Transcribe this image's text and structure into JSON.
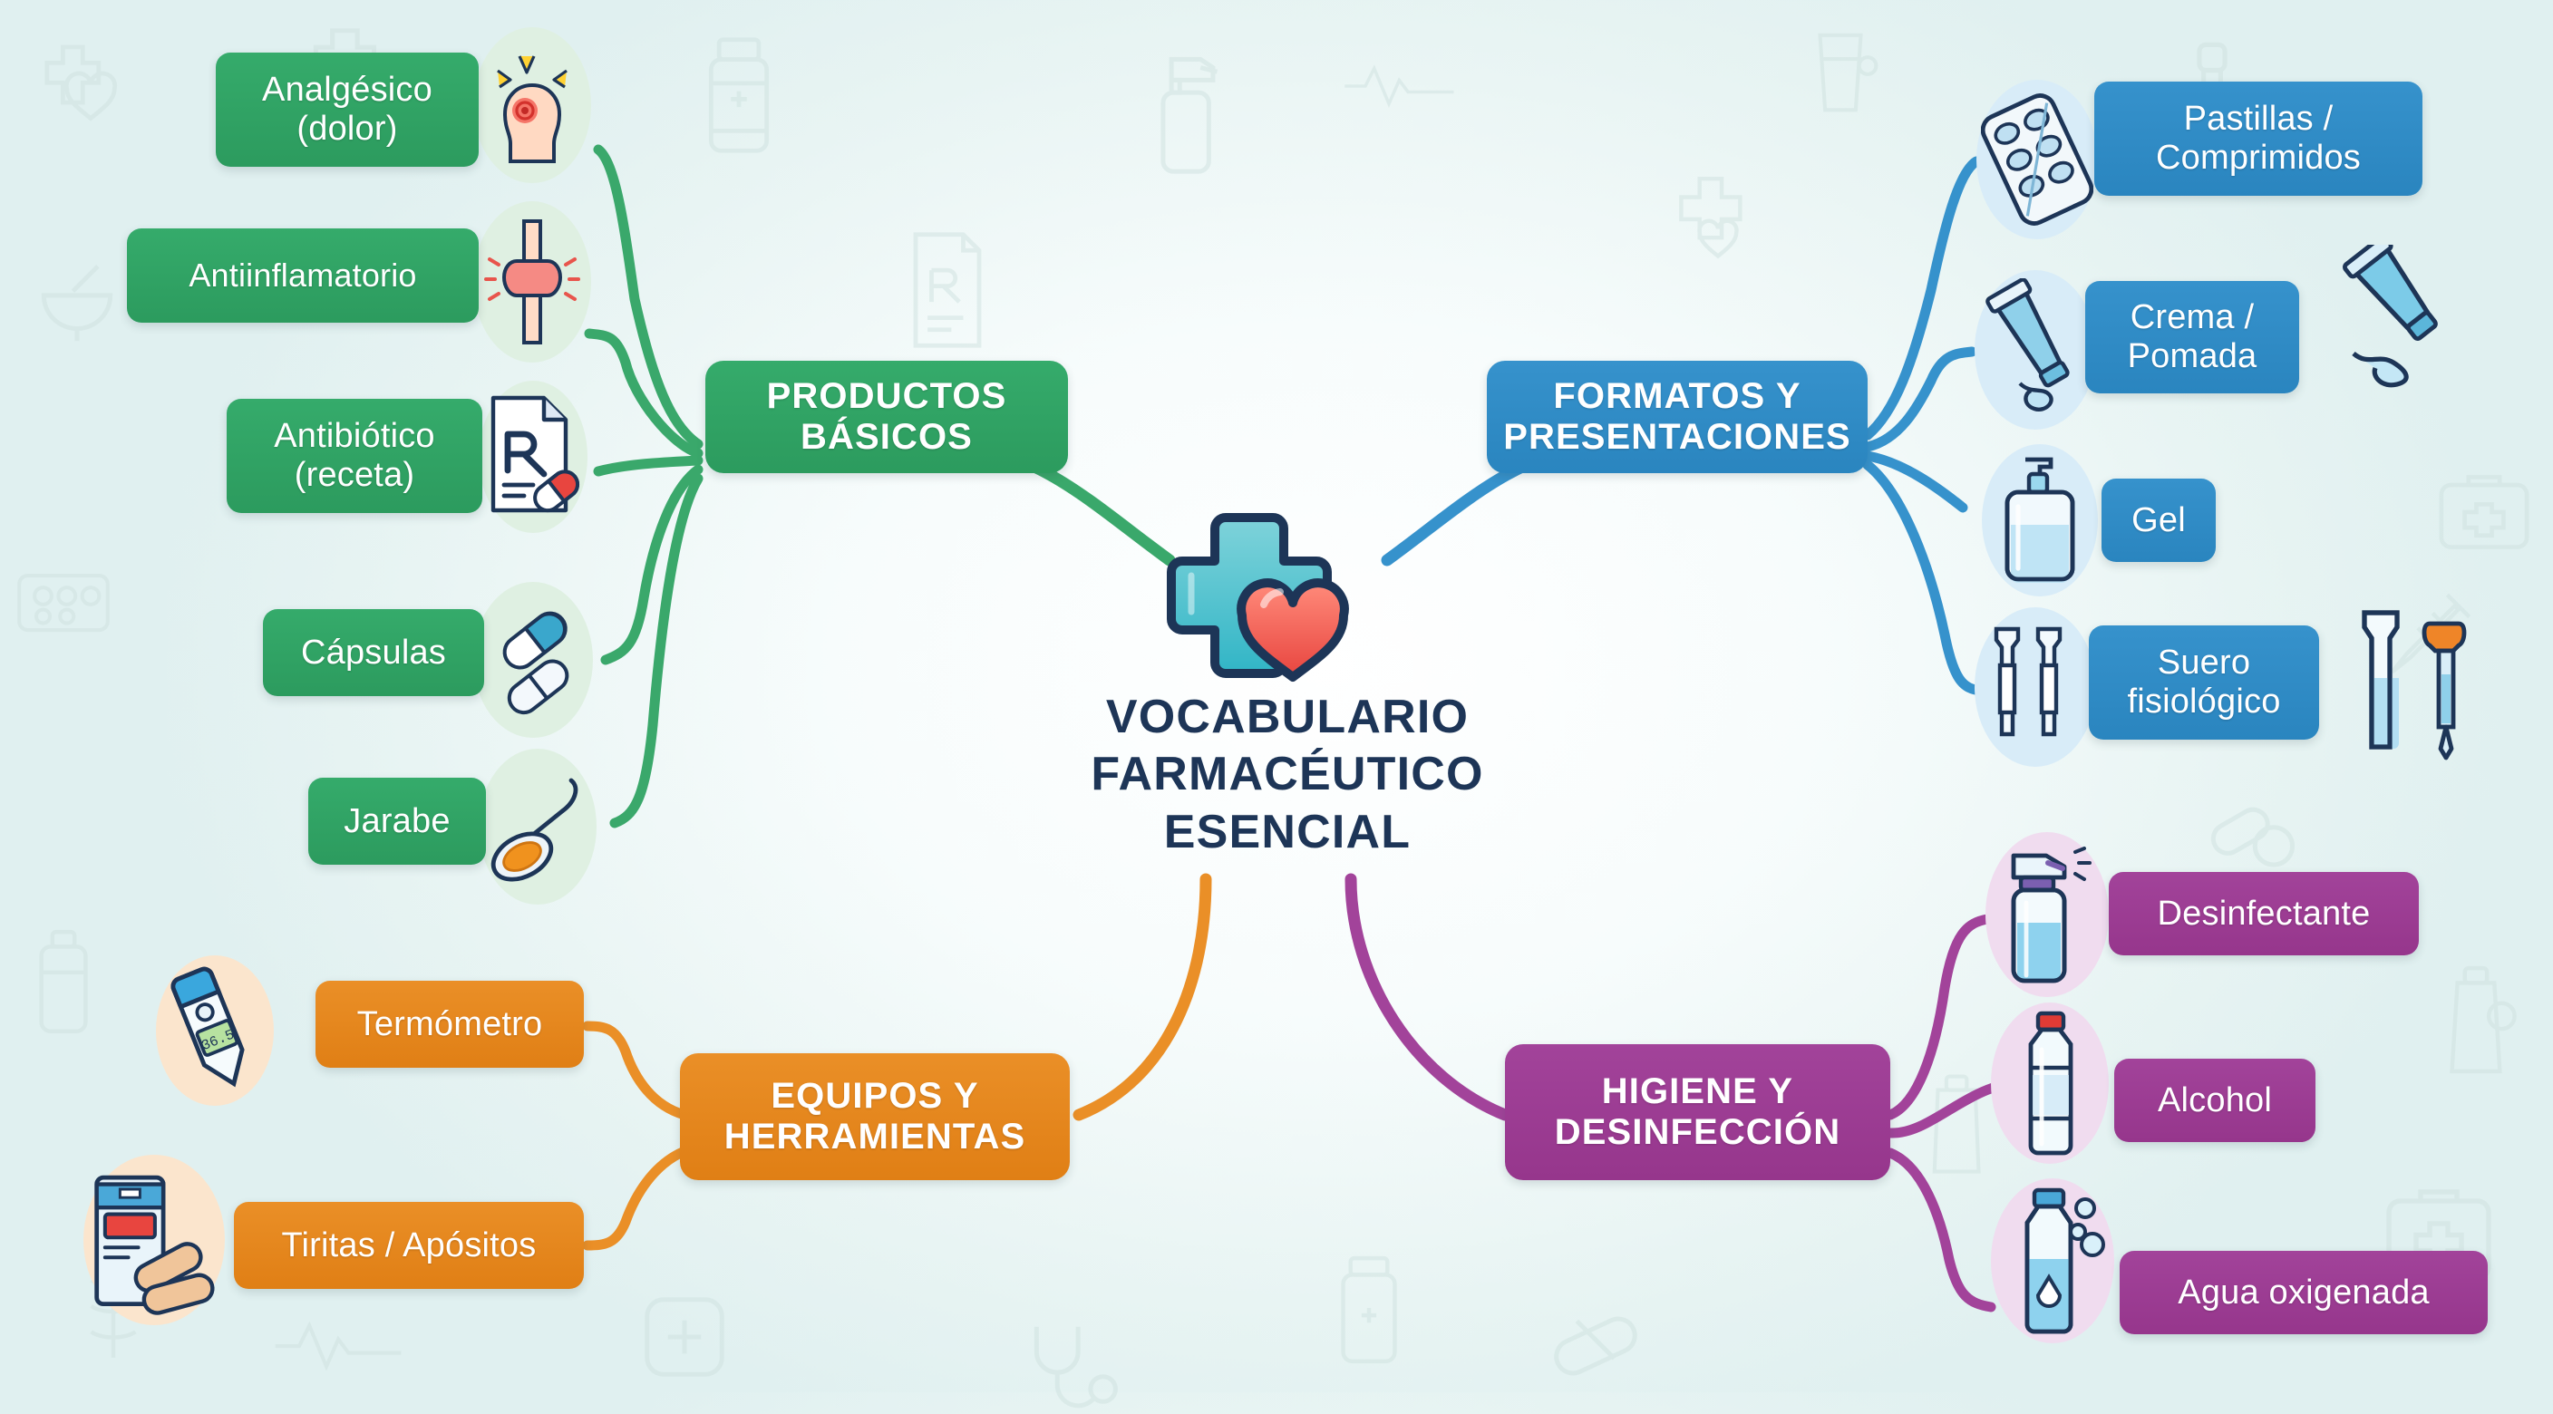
{
  "title": "VOCABULARIO\nFARMACÉUTICO\nESENCIAL",
  "center_icon": "medical-cross-heart-icon",
  "colors": {
    "green": "#2c9b5e",
    "blue": "#2a85bf",
    "orange": "#e07f15",
    "purple": "#96368c",
    "title": "#1d3557",
    "background": "#e8f4f3"
  },
  "branches": [
    {
      "id": "productos-basicos",
      "label": "PRODUCTOS\nBÁSICOS",
      "color": "#2c9b5e",
      "side": "left",
      "children": [
        {
          "label": "Analgésico\n(dolor)",
          "icon": "headache-head-icon"
        },
        {
          "label": "Antiinflamatorio",
          "icon": "inflamed-joint-icon"
        },
        {
          "label": "Antibiótico\n(receta)",
          "icon": "rx-prescription-icon"
        },
        {
          "label": "Cápsulas",
          "icon": "capsules-icon"
        },
        {
          "label": "Jarabe",
          "icon": "syrup-spoon-icon"
        }
      ]
    },
    {
      "id": "formatos-presentaciones",
      "label": "FORMATOS Y\nPRESENTACIONES",
      "color": "#2a85bf",
      "side": "right",
      "children": [
        {
          "label": "Pastillas /\nComprimidos",
          "icon": "blister-pack-icon"
        },
        {
          "label": "Crema /\nPomada",
          "icon": "cream-tube-icon"
        },
        {
          "label": "Gel",
          "icon": "gel-pump-bottle-icon"
        },
        {
          "label": "Suero\nfisiológico",
          "icon": "saline-ampoules-icon"
        }
      ]
    },
    {
      "id": "equipos-herramientas",
      "label": "EQUIPOS Y\nHERRAMIENTAS",
      "color": "#e07f15",
      "side": "left",
      "children": [
        {
          "label": "Termómetro",
          "icon": "thermometer-icon"
        },
        {
          "label": "Tiritas / Apósitos",
          "icon": "bandage-box-icon"
        }
      ]
    },
    {
      "id": "higiene-desinfeccion",
      "label": "HIGIENE Y\nDESINFECCIÓN",
      "color": "#96368c",
      "side": "right",
      "children": [
        {
          "label": "Desinfectante",
          "icon": "spray-bottle-icon"
        },
        {
          "label": "Alcohol",
          "icon": "alcohol-bottle-icon"
        },
        {
          "label": "Agua oxigenada",
          "icon": "hydrogen-peroxide-bottle-icon"
        }
      ]
    }
  ],
  "decorative_icons": [
    "cream-tube-squeeze-icon",
    "ampoule-dropper-icon",
    "thermometer-icon",
    "bandage-box-icon"
  ],
  "watermarks": [
    "heart-plus-icon",
    "pill-blister-icon",
    "vial-icon",
    "medicine-bottle-icon",
    "rx-document-icon",
    "spray-bottle-icon",
    "heartbeat-icon",
    "cup-icon",
    "cross-shield-icon",
    "dropper-icon",
    "first-aid-kit-icon",
    "syringe-icon",
    "tube-icon",
    "pills-icon",
    "capsule-icon",
    "caduceus-icon",
    "stethoscope-icon",
    "mortar-pestle-icon",
    "plus-box-icon",
    "bottle-icon"
  ]
}
